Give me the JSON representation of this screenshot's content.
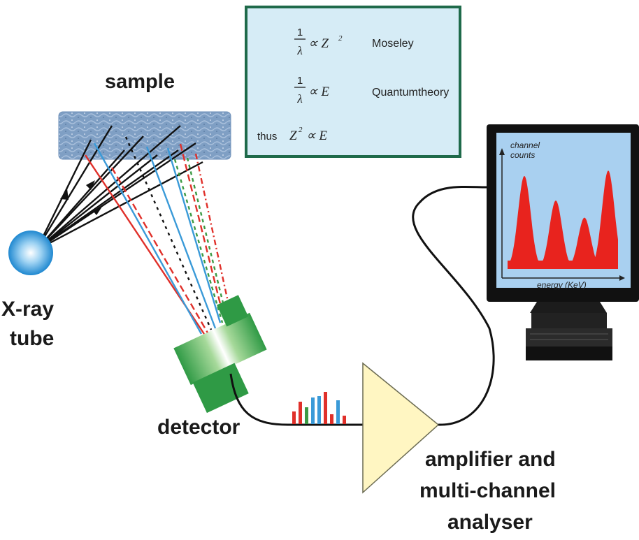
{
  "labels": {
    "sample": "sample",
    "xray_line1": "X-ray",
    "xray_line2": "tube",
    "detector": "detector",
    "amp_line1": "amplifier and",
    "amp_line2": "multi-channel",
    "amp_line3": "analyser"
  },
  "equations": {
    "eq1": {
      "num": "1",
      "den": "λ",
      "rel": "∝ Z",
      "exp": "2",
      "name": "Moseley"
    },
    "eq2": {
      "num": "1",
      "den": "λ",
      "rel": "∝ E",
      "name": "Quantumtheory"
    },
    "eq3": {
      "prefix": "thus",
      "lhs": "Z",
      "exp": "2",
      "rel": "∝ E"
    }
  },
  "monitor": {
    "y_label_line1": "channel",
    "y_label_line2": "counts",
    "x_label": "energy (KeV)",
    "screen_color": "#a9d0f0",
    "peak_color": "#e8231e",
    "peaks_relative_height": [
      0.87,
      0.64,
      0.48,
      0.92
    ]
  },
  "colors": {
    "ray_black": "#111111",
    "ray_red": "#e0302a",
    "ray_blue": "#3a9ad8",
    "ray_green": "#3c9a44",
    "detector_green": "#2f9a45",
    "amplifier_fill": "#fff6c2",
    "equation_box": "#d6ecf6",
    "equation_border": "#1f6a4a"
  },
  "pulses": [
    {
      "color": "#e0302a",
      "h": 18
    },
    {
      "color": "#e0302a",
      "h": 32
    },
    {
      "color": "#3c9a44",
      "h": 24
    },
    {
      "color": "#3a9ad8",
      "h": 38
    },
    {
      "color": "#3a9ad8",
      "h": 40
    },
    {
      "color": "#e0302a",
      "h": 46
    },
    {
      "color": "#e0302a",
      "h": 14
    },
    {
      "color": "#3a9ad8",
      "h": 34
    },
    {
      "color": "#e0302a",
      "h": 12
    }
  ]
}
